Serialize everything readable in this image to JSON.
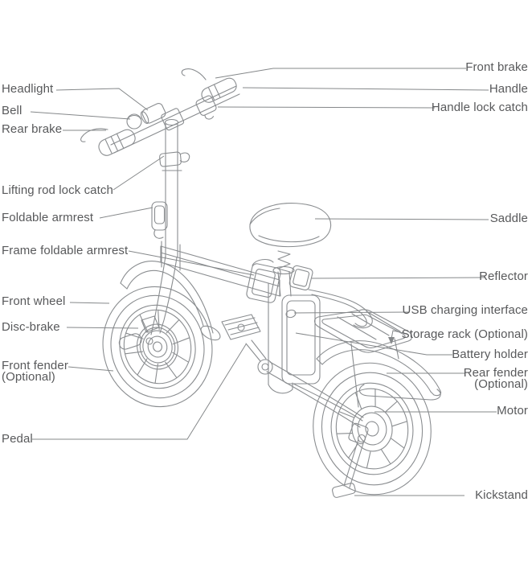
{
  "figure_type": "bicycle-parts-callout-diagram",
  "colors": {
    "line": "#8a8d90",
    "leader": "#85888a",
    "text": "#58595b",
    "background": "#ffffff"
  },
  "labels": {
    "left": [
      {
        "id": "headlight",
        "text": "Headlight"
      },
      {
        "id": "bell",
        "text": "Bell"
      },
      {
        "id": "rear-brake",
        "text": "Rear brake"
      },
      {
        "id": "lifting-rod-lock-catch",
        "text": "Lifting rod lock catch"
      },
      {
        "id": "foldable-armrest",
        "text": "Foldable armrest"
      },
      {
        "id": "frame-foldable-armrest",
        "text": "Frame foldable armrest"
      },
      {
        "id": "front-wheel",
        "text": "Front wheel"
      },
      {
        "id": "disc-brake",
        "text": "Disc-brake"
      },
      {
        "id": "front-fender",
        "text": "Front fender\n(Optional)"
      },
      {
        "id": "pedal",
        "text": "Pedal"
      }
    ],
    "right": [
      {
        "id": "front-brake",
        "text": "Front brake"
      },
      {
        "id": "handle",
        "text": "Handle"
      },
      {
        "id": "handle-lock-catch",
        "text": "Handle lock catch"
      },
      {
        "id": "saddle",
        "text": "Saddle"
      },
      {
        "id": "reflector",
        "text": "Reflector"
      },
      {
        "id": "usb-charging-interface",
        "text": "USB charging interface"
      },
      {
        "id": "storage-rack",
        "text": "Storage rack (Optional)"
      },
      {
        "id": "battery-holder",
        "text": "Battery holder"
      },
      {
        "id": "rear-fender",
        "text": "Rear fender\n(Optional)"
      },
      {
        "id": "motor",
        "text": "Motor"
      },
      {
        "id": "kickstand",
        "text": "Kickstand"
      }
    ]
  }
}
